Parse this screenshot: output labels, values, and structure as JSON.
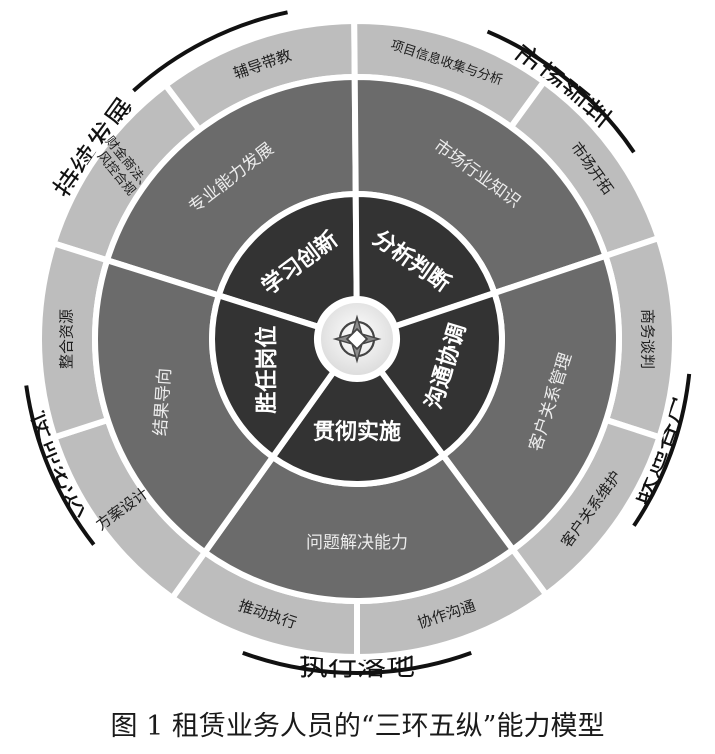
{
  "center_icon": "compass-emblem-icon",
  "outer_ring_labels": {
    "sustainable_development": "持续发展",
    "market_forecast": "市场预判",
    "connect_customers": "联通客户",
    "execution": "执行落地",
    "mission": "使命必达"
  },
  "sectors": {
    "learning": {
      "core": "学习创新",
      "middle": "专业能力发展",
      "outer": [
        "财金商法、\n风控合规",
        "辅导带教"
      ]
    },
    "analysis": {
      "core": "分析判断",
      "middle": "市场行业知识",
      "outer": [
        "项目信息收集与分析",
        "市场开拓"
      ]
    },
    "communication": {
      "core": "沟通协调",
      "middle": "客户关系管理",
      "outer": [
        "商务谈判",
        "客户关系维护"
      ]
    },
    "implementation": {
      "core": "贯彻实施",
      "middle": "问题解决能力",
      "outer": [
        "推动执行",
        "协作沟通"
      ]
    },
    "competence": {
      "core": "胜任岗位",
      "middle": "结果导向",
      "outer": [
        "方案设计",
        "整合资源"
      ]
    }
  },
  "caption": "图 1  租赁业务人员的“三环五纵”能力模型",
  "colors": {
    "outer_ring": "#bdbdbd",
    "middle_ring": "#6b6b6b",
    "inner_ring": "#333333",
    "separator": "#ffffff",
    "text": "#111111"
  }
}
